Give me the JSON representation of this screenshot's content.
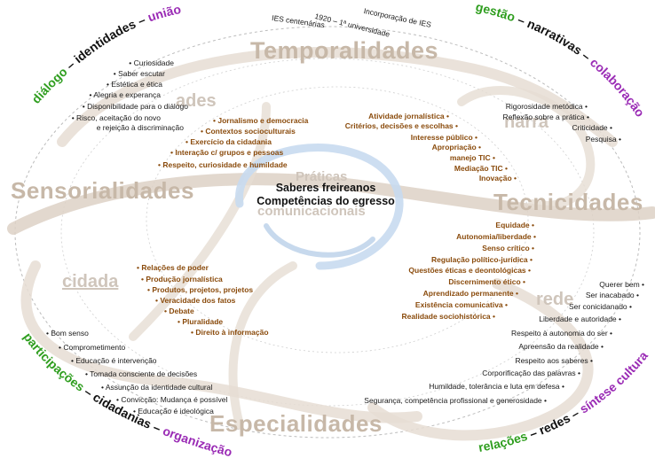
{
  "colors": {
    "green": "#2f9e1f",
    "purple": "#9a2bb5",
    "black": "#111111",
    "brown": "#8a4b0c",
    "ribbon": "#c7b8a8"
  },
  "center": {
    "line1": "Saberes freireanos",
    "line2": "Competências do egresso"
  },
  "dimensions": {
    "temporalidades": "Temporalidades",
    "sensorialidades": "Sensorialidades",
    "tecnicidades": "Tecnicidades",
    "especialidades": "Especialidades",
    "praticas": "Práticas",
    "comunicacionais": "comunicacionais",
    "cidadania": "cidada",
    "redes": "rede",
    "narrativas": "narra",
    "identidades": "ades"
  },
  "timeline": [
    "IES centenárias",
    "1920 – 1ª universidade",
    "Incorporação de IES"
  ],
  "arcs": {
    "top_left": {
      "a": "diálogo",
      "b": "identidades",
      "c": "união"
    },
    "top_right": {
      "a": "gestão",
      "b": "narrativas",
      "c": "colaboração"
    },
    "bottom_left": {
      "a": "participações",
      "b": "cidadanias",
      "c": "organização"
    },
    "bottom_right": {
      "a": "relações",
      "b": "redes",
      "c": "síntese cultura"
    }
  },
  "lists": {
    "topleft_outer": [
      "Curiosidade",
      "Saber escutar",
      "Estética e ética",
      "Alegria e experança",
      "Disponibilidade para o diálogo",
      "Risco, aceitação do novo",
      "e rejeição à discriminação"
    ],
    "topleft_inner": [
      "Jornalismo e democracia",
      "Contextos socioculturais",
      "Exercício da cidadania",
      "Interação c/ grupos e pessoas",
      "Respeito, curiosidade e humildade"
    ],
    "topright_inner": [
      "Atividade jornalística",
      "Critérios, decisões e escolhas",
      "Interesse público",
      "Apropriação",
      "manejo TIC",
      "Mediação TIC",
      "Inovação"
    ],
    "topright_outer": [
      "Rigorosidade metódica",
      "Reflexão sobre a prática",
      "Criticidade",
      "Pesquisa"
    ],
    "right_inner": [
      "Equidade",
      "Autonomia/liberdade",
      "Senso crítico",
      "Regulação político-jurídica",
      "Questões éticas e deontológicas",
      "Discernimento ético",
      "Aprendizado permanente",
      "Existência comunicativa",
      "Realidade sociohistórica"
    ],
    "bottomleft_inner": [
      "Relações de poder",
      "Produção jornalística",
      "Produtos, projetos, projetos",
      "Veracidade dos fatos",
      "Debate",
      "Pluralidade",
      "Direito à informação"
    ],
    "bottomleft_outer": [
      "Bom senso",
      "Comprometimento",
      "Educação é intervenção",
      "Tomada consciente de decisões",
      "Assunção da identidade cultural",
      "Convicção: Mudança é possível",
      "Educação é ideológica"
    ],
    "bottomright_outer": [
      "Querer bem",
      "Ser inacabado",
      "Ser conicidanado",
      "Liberdade e autoridade",
      "Respeito à autonomia do ser",
      "Apreensão da realidade",
      "Respeito aos saberes",
      "Corporificação das palavras",
      "Humildade, tolerância e luta em defesa",
      "Segurança, competência profissional e generosidade"
    ]
  }
}
